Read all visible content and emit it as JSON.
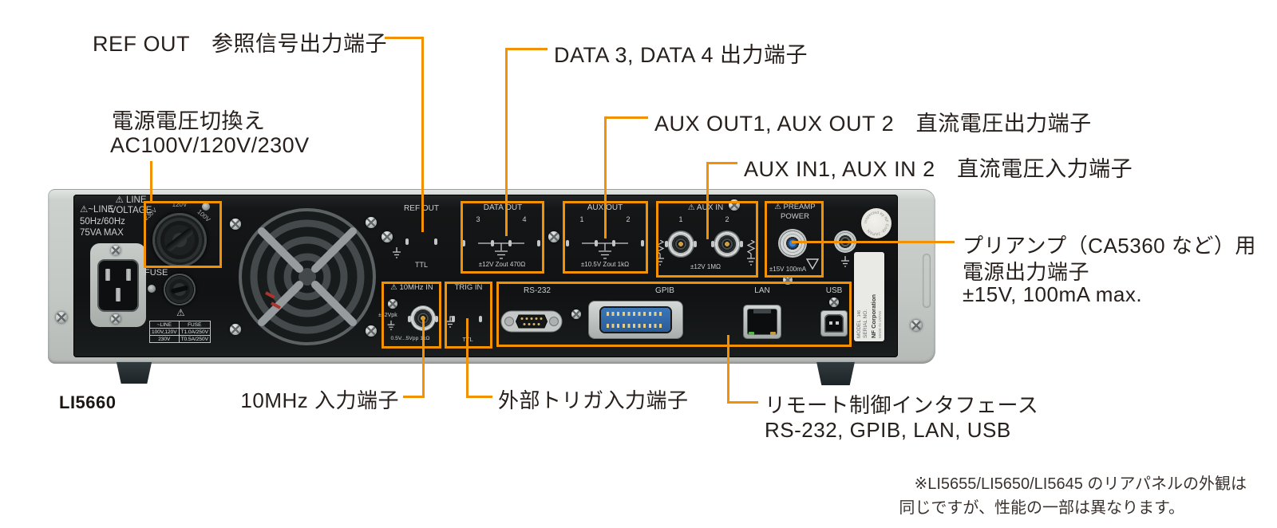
{
  "accent_color": "#F29104",
  "model_label": "LI5660",
  "callouts": {
    "ref_out": "REF OUT　参照信号出力端子",
    "power_voltage_line1": "電源電圧切換え",
    "power_voltage_line2": "AC100V/120V/230V",
    "data_out": "DATA 3, DATA 4 出力端子",
    "aux_out": "AUX OUT1, AUX OUT 2　直流電圧出力端子",
    "aux_in": "AUX IN1, AUX IN 2　直流電圧入力端子",
    "preamp_line1": "プリアンプ（CA5360 など）用",
    "preamp_line2": "電源出力端子",
    "preamp_line3": "±15V, 100mA max.",
    "tenmhz": "10MHz 入力端子",
    "trig": "外部トリガ入力端子",
    "remote_line1": "リモート制御インタフェース",
    "remote_line2": "RS-232, GPIB, LAN, USB"
  },
  "note": {
    "line1": "※LI5655/LI5650/LI5645 のリアパネルの外観は",
    "line2": "同じですが、性能の一部は異なります。"
  },
  "panel": {
    "line_info": {
      "l1": "~LINE",
      "l2": "50Hz/60Hz",
      "l3": "75VA MAX"
    },
    "line_voltage": {
      "l1": "LINE",
      "l2": "VOLTAGE"
    },
    "selector_labels": {
      "left": "230V",
      "top": "120V",
      "right": "100V"
    },
    "fuse_label": "FUSE",
    "fuse_table": {
      "headers": [
        "~LINE",
        "FUSE"
      ],
      "rows": [
        [
          "100V,120V",
          "T1.0A/250V"
        ],
        [
          "230V",
          "T0.5A/250V"
        ]
      ]
    },
    "ref_out": {
      "title": "REF OUT",
      "sub": "TTL"
    },
    "data_out": {
      "title": "DATA OUT",
      "ch1": "3",
      "ch2": "4",
      "spec": "±12V Zout 470Ω"
    },
    "aux_out": {
      "title": "AUX OUT",
      "ch1": "1",
      "ch2": "2",
      "spec": "±10.5V Zout 1kΩ"
    },
    "aux_in": {
      "title": "AUX IN",
      "ch1": "1",
      "ch2": "2",
      "spec": "±12V 1MΩ"
    },
    "preamp": {
      "title1": "PREAMP",
      "title2": "POWER",
      "spec": "±15V 100mA"
    },
    "tenmhz": {
      "title": "10MHz IN",
      "spec1": "±42Vpk",
      "spec2": "0.5V...5Vpp 1kΩ"
    },
    "trig": {
      "title": "TRIG IN",
      "sub": "TTL"
    },
    "rs232_label": "RS-232",
    "gpib_label": "GPIB",
    "lan_label": "LAN",
    "usb_label": "USB",
    "sticker_text": "Inspected by NF Corp. JAPAN",
    "name_label": {
      "l1": "MODEL",
      "l2": "SERIAL NO.",
      "l3": "NF Corporation",
      "l4": "MADE IN JAPAN",
      "num": "146"
    }
  }
}
